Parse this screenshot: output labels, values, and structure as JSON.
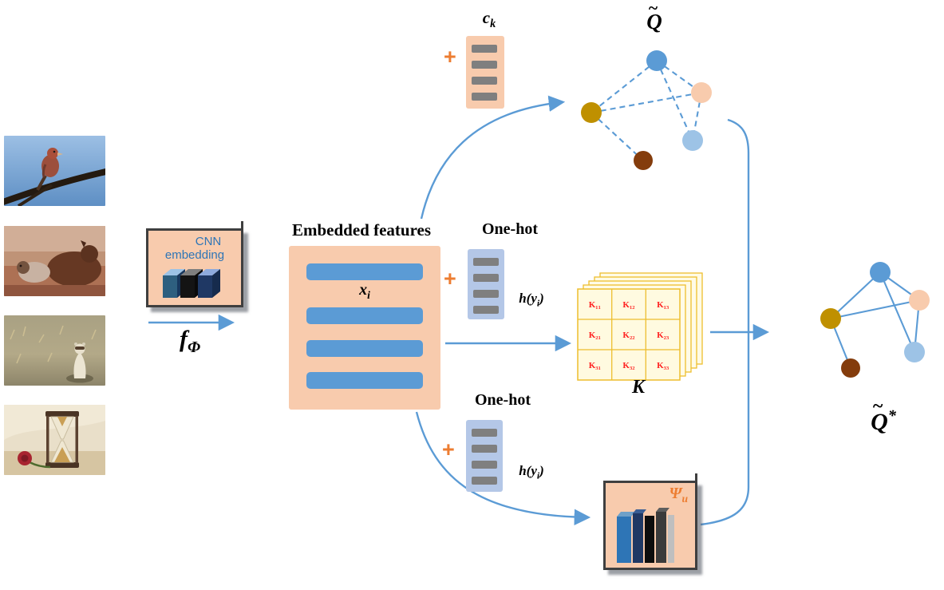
{
  "colors": {
    "accent": "#5B9BD5",
    "peach": "#F8CBAD",
    "bar-blue": "#5B9BD5",
    "bar-gray": "#7F7F7F",
    "onehot-bg": "#B4C7E7",
    "plus-orange": "#ED7D31",
    "node-blue": "#5B9BD5",
    "node-peach": "#F8CBAD",
    "node-olive": "#BF9000",
    "node-lightblue": "#9DC3E6",
    "node-brown": "#843C0C",
    "cube-face": "#FFFBE6",
    "cube-line": "#EDBE2E",
    "cube-label-red": "#FF1F1F",
    "cnn-label-blue": "#2E75B6",
    "box-border": "#3F3F3F"
  },
  "symbols": {
    "plus": "+"
  },
  "inputs": [
    {
      "desc": "red finch perched on a branch"
    },
    {
      "desc": "dog and guinea pig on a sofa"
    },
    {
      "desc": "ferret standing in dry grass"
    },
    {
      "desc": "hourglass with a red rose"
    }
  ],
  "cnn": {
    "line1": "CNN",
    "line2": "embedding"
  },
  "f_label": {
    "base": "f",
    "sub": "Φ"
  },
  "embedded": {
    "title": "Embedded features",
    "x_base": "x",
    "x_sub": "i"
  },
  "ck": {
    "base": "c",
    "sub": "k"
  },
  "onehot_mid": {
    "title": "One-hot",
    "h_pre": "h(y",
    "h_sub": "i",
    "h_post": ")"
  },
  "onehot_bot": {
    "title": "One-hot",
    "h_pre": "h(y",
    "h_sub": "i",
    "h_post": ")"
  },
  "q_graph": {
    "base": "Q",
    "tilde": "~",
    "edge_style": "dashed",
    "nodes": [
      "blue",
      "peach",
      "olive",
      "lightblue",
      "brown"
    ],
    "edges": [
      [
        "blue",
        "olive"
      ],
      [
        "blue",
        "peach"
      ],
      [
        "blue",
        "lightblue"
      ],
      [
        "olive",
        "peach"
      ],
      [
        "peach",
        "lightblue"
      ],
      [
        "olive",
        "brown"
      ]
    ]
  },
  "k_cube": {
    "label": "K",
    "cells": [
      [
        "K₁₁",
        "K₁₂",
        "K₁₃"
      ],
      [
        "K₂₁",
        "K₂₂",
        "K₂₃"
      ],
      [
        "K₃₁",
        "K₃₂",
        "K₃₃"
      ]
    ]
  },
  "psi": {
    "base": "Ψ",
    "sub": "u"
  },
  "final_graph": {
    "base": "Q",
    "tilde": "~",
    "sup": "*",
    "edge_style": "solid",
    "nodes": [
      "blue",
      "peach",
      "olive",
      "lightblue",
      "brown"
    ],
    "edges": [
      [
        "blue",
        "olive"
      ],
      [
        "blue",
        "peach"
      ],
      [
        "blue",
        "lightblue"
      ],
      [
        "olive",
        "peach"
      ],
      [
        "peach",
        "lightblue"
      ],
      [
        "olive",
        "brown"
      ]
    ]
  }
}
